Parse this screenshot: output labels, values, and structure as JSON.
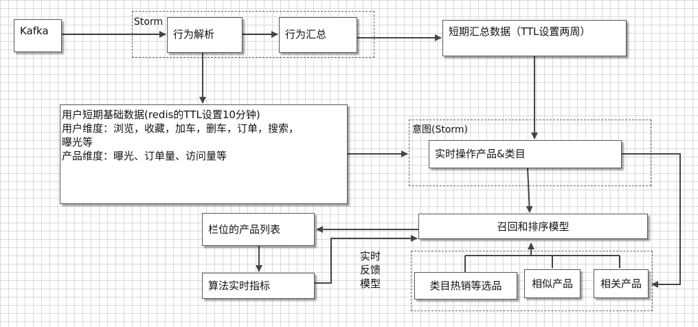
{
  "nodes": {
    "kafka": "Kafka",
    "behavior_parse": "行为解析",
    "behavior_summary": "行为汇总",
    "short_summary": "短期汇总数据（TTL设置两周）",
    "user_data": [
      "用户短期基础数据(redis的TTL设置10分钟)",
      "用户维度：浏览，收藏，加车，删车，订单，搜索，",
      "曝光等",
      "产品维度：曝光、订单量、访问量等"
    ],
    "realtime_ops": "实时操作产品&类目",
    "recall_rank": "召回和排序模型",
    "slot_list": "栏位的产品列表",
    "algo_metrics": "算法实时指标",
    "hot_category": "类目热销等选品",
    "similar": "相似产品",
    "related": "相关产品"
  },
  "groups": {
    "storm": "Storm",
    "intent": "意图(Storm)"
  },
  "feedback_label": [
    "实时",
    "反馈",
    "模型"
  ]
}
